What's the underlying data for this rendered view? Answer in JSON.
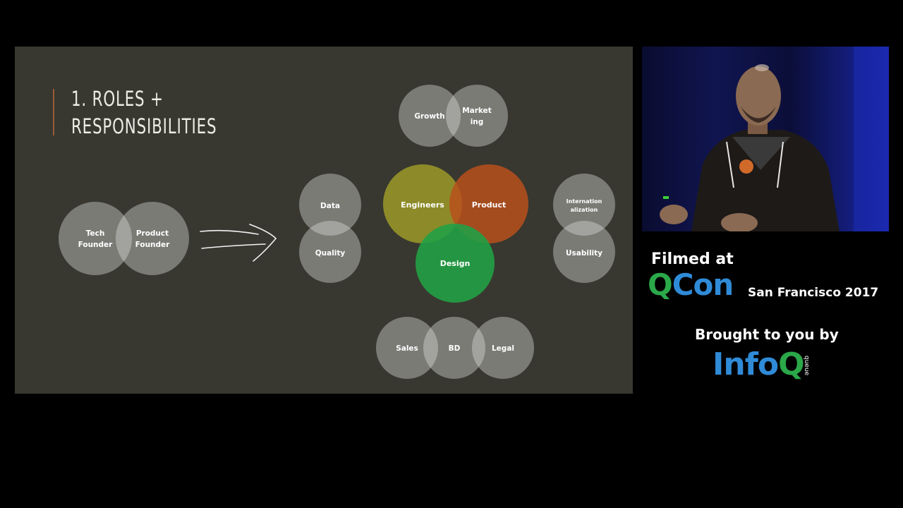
{
  "slide": {
    "title_line1": "1. ROLES +",
    "title_line2": "RESPONSIBILITIES",
    "accent_color": "#9a5a36",
    "background_color": "#383830",
    "left_venn": {
      "circles": [
        "Tech Founder",
        "Product Founder"
      ]
    },
    "arrow": "right-arrow",
    "data_quality_pair": [
      "Data",
      "Quality"
    ],
    "growth_marketing_pair": [
      "Growth",
      "Market ing"
    ],
    "core_trio": {
      "engineers": "Engineers",
      "product": "Product",
      "design": "Design",
      "colors": {
        "engineers": "#9c9a28",
        "product": "#b8501c",
        "design": "#22a045"
      }
    },
    "intl_usability_pair": [
      "Internation alization",
      "Usability"
    ],
    "bottom_trio": [
      "Sales",
      "BD",
      "Legal"
    ]
  },
  "branding": {
    "filmed_at": "Filmed at",
    "qcon_q": "Q",
    "qcon_con": "Con",
    "event_name": "San Francisco 2017",
    "brought_by": "Brought to you by",
    "infoq_info": "Info",
    "infoq_q": "Q",
    "infoq_queue": "queue",
    "colors": {
      "green": "#2ba84a",
      "blue": "#2f8bd8"
    }
  },
  "speaker_video": {
    "description_icon": "speaker-video-icon"
  }
}
